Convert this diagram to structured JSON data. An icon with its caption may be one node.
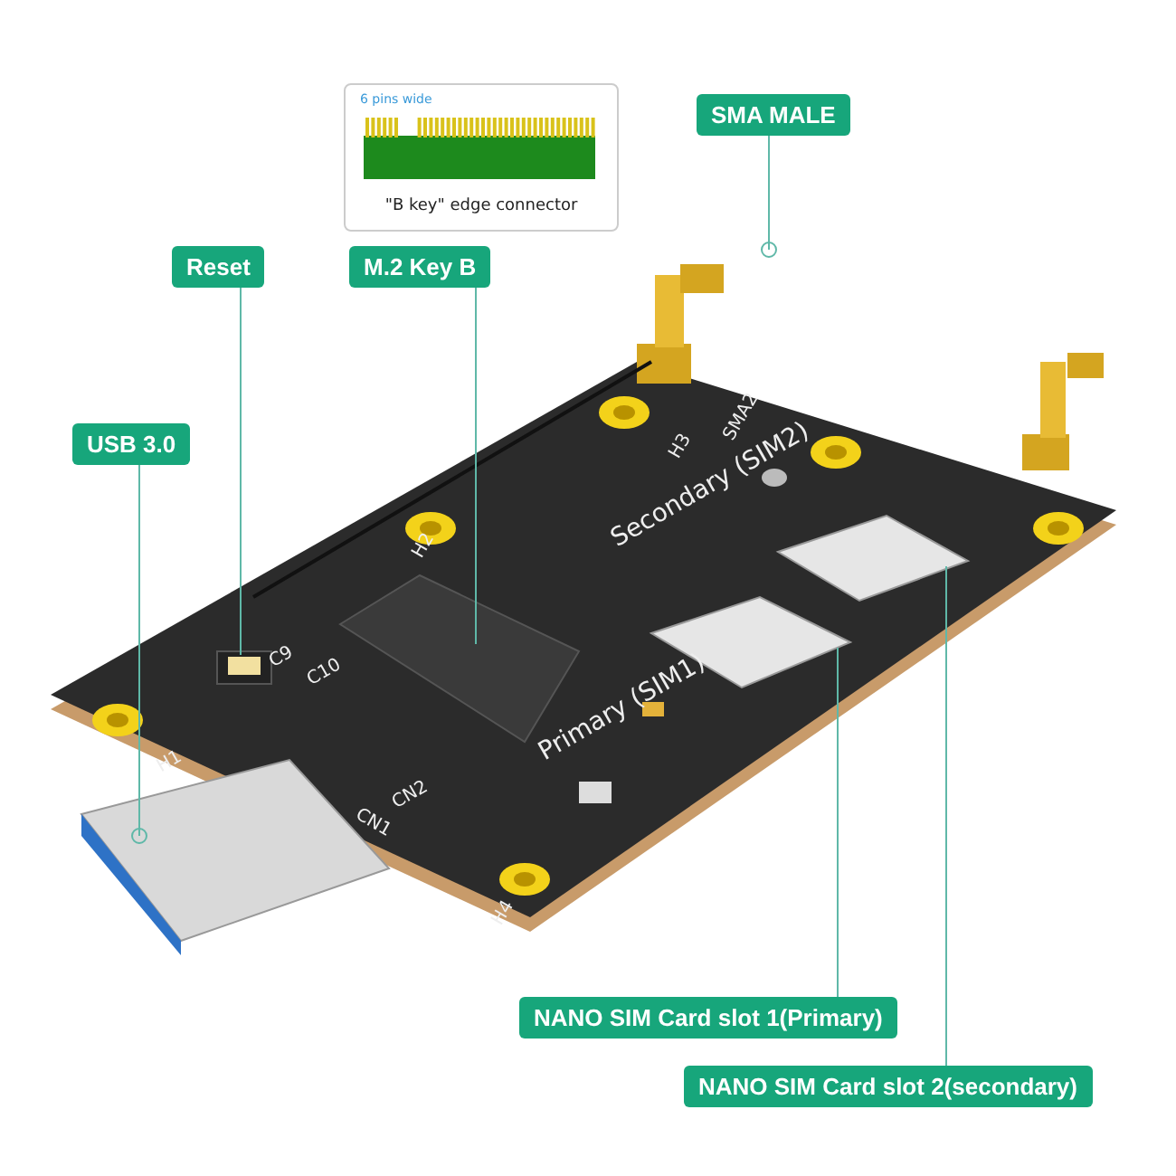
{
  "diagram": {
    "nodes": [
      {
        "text": [
          "6 pins wide",
          "\"B key\"  edge connector"
        ]
      },
      {
        "text": [
          "SMA MALE"
        ]
      },
      {
        "text": [
          "Reset"
        ]
      },
      {
        "text": [
          "M.2 Key B"
        ]
      },
      {
        "text": [
          "USB 3.0"
        ]
      },
      {
        "text": [
          "NANO SIM Card slot 1(Primary)"
        ]
      },
      {
        "text": [
          "NANO SIM Card slot 2(secondary)"
        ]
      },
      {
        "text": [],
        "shape": "picture"
      },
      {
        "text": [],
        "shape": "picture"
      },
      {
        "text": [],
        "shape": "picture"
      },
      {
        "text": [],
        "shape": "picture"
      },
      {
        "text": [],
        "shape": "picture"
      },
      {
        "text": [],
        "shape": "picture"
      }
    ],
    "edges": [
      {
        "from": 1,
        "to": 7,
        "arrow": "other"
      },
      {
        "from": 2,
        "to": 8,
        "arrow": "none"
      },
      {
        "from": 3,
        "to": 9,
        "arrow": "none"
      },
      {
        "from": 4,
        "to": 10,
        "arrow": "other"
      },
      {
        "from": 5,
        "to": 11,
        "arrow": "none"
      },
      {
        "from": 6,
        "to": 12,
        "arrow": "none"
      }
    ],
    "labels": [
      "SMA2",
      "H3",
      "H2",
      "Secondary (SIM2)",
      "Primary (SIM1)",
      "C9",
      "C10",
      "CN2",
      "H1",
      "CN1",
      "H4"
    ]
  }
}
